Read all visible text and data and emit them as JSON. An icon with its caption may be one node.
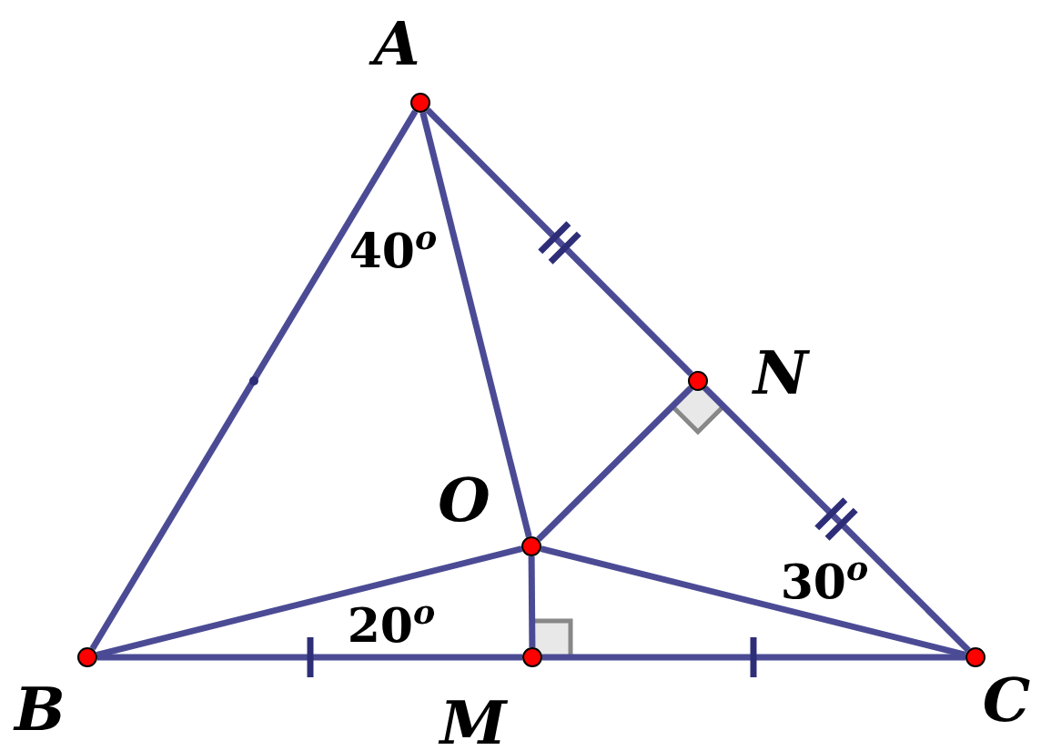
{
  "diagram": {
    "nodes": [
      {
        "text": [],
        "shape": "circle",
        "beside": [
          "A"
        ]
      },
      {
        "text": [],
        "shape": "circle",
        "beside": [
          "B"
        ]
      },
      {
        "text": [],
        "shape": "circle",
        "beside": [
          "C"
        ]
      },
      {
        "text": [],
        "shape": "circle",
        "beside": [
          "M"
        ]
      },
      {
        "text": [],
        "shape": "circle",
        "beside": [
          "N"
        ]
      },
      {
        "text": [],
        "shape": "circle",
        "beside": [
          "O"
        ]
      }
    ],
    "edges": [
      {
        "from": 0,
        "to": 1,
        "arrow": "none"
      },
      {
        "from": 0,
        "to": 4,
        "arrow": "none"
      },
      {
        "from": 4,
        "to": 2,
        "arrow": "none"
      },
      {
        "from": 1,
        "to": 3,
        "arrow": "none"
      },
      {
        "from": 3,
        "to": 2,
        "arrow": "none"
      },
      {
        "from": 0,
        "to": 5,
        "arrow": "none"
      },
      {
        "from": 1,
        "to": 5,
        "arrow": "none"
      },
      {
        "from": 2,
        "to": 5,
        "arrow": "none"
      },
      {
        "from": 5,
        "to": 3,
        "arrow": "none"
      },
      {
        "from": 5,
        "to": 4,
        "arrow": "none"
      }
    ],
    "labels": [
      "40$^{o}$",
      "30$^{o}$",
      "20$^{o}$"
    ]
  }
}
